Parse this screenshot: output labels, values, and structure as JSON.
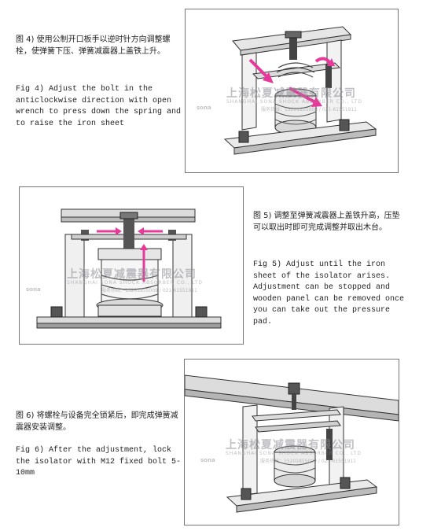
{
  "sections": [
    {
      "cn": "图 4) 使用公制开口板手以逆时针方向调整螺栓，使弹簧下压、弹簧减震器上盖铁上升。",
      "en": "Fig 4) Adjust the bolt in the anticlockwise direction with open wrench to press down the spring and to raise the iron sheet"
    },
    {
      "cn": "图 5) 调整至弹簧减震器上盖铁升高，压垫可以取出时即可完成调整并取出木台。",
      "en": "Fig 5) Adjust until the iron sheet of the isolator arises. Adjustment can be stopped and wooden panel can be removed once you can take out the pressure pad."
    },
    {
      "cn": "图 6) 将螺栓与设备完全锁紧后，即完成弹簧减震器安装调整。",
      "en": "Fig 6) After the adjustment, lock the isolator with M12 fixed bolt 5-10mm"
    }
  ],
  "watermark": {
    "company_cn": "上海松夏减震器有限公司",
    "company_en": "SHANGHAI SONA SHOCK ABSORBER CO., LTD",
    "phone": "服务热线：15201855009 / 021-61551911",
    "logo_text": "sona"
  },
  "colors": {
    "arrow": "#e8389a",
    "line": "#333333",
    "logo": "#d6dbe3"
  }
}
